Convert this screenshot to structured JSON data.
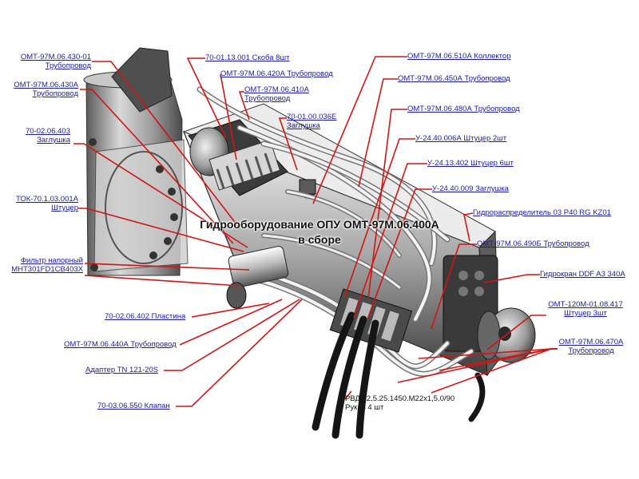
{
  "title": {
    "line1": "Гидрооборудование ОПУ ОМТ-97М.06.400А",
    "line2": "в сборе"
  },
  "callouts_left": [
    {
      "line1": "ОМТ-97М.06.430-01",
      "line2": "Трубопровод"
    },
    {
      "line1": "ОМТ-97М.06.430А",
      "line2": "Трубопровод"
    },
    {
      "line1": "70-02.06.403",
      "line2": "Заглушка"
    },
    {
      "line1": "ТОК-70.1.03.001А",
      "line2": "Штуцер"
    },
    {
      "line1": "Фильтр напорный",
      "line2": "МНТ301FD1СВ403Х"
    },
    {
      "line1": "70-02.06.402 Пластина"
    },
    {
      "line1": "ОМТ-97М.06.440А Трубопровод"
    },
    {
      "line1": "Адаптер TN 121-20S"
    },
    {
      "line1": "70-03.06.550 Клапан"
    }
  ],
  "callouts_top": [
    {
      "line1": "70-01.13.001 Скоба 8шт"
    },
    {
      "line1": "ОМТ-97М.06.420А Трубопровод"
    },
    {
      "line1": "ОМТ-97М.06.410А",
      "line2": "Трубопровод"
    },
    {
      "line1": "70-01.00.036Е",
      "line2": "Заглушка"
    }
  ],
  "callouts_right": [
    {
      "line1": "ОМТ-97М.06.510А Коллектор"
    },
    {
      "line1": "ОМТ-97М.06.450А Трубопровод"
    },
    {
      "line1": "ОМТ-97М.06.480А Трубопровод"
    },
    {
      "line1": "У-24.40.006А Штуцер 2шт"
    },
    {
      "line1": "У-24.13.402 Штуцер 6шт"
    },
    {
      "line1": "У-24.40.009 Заглушка"
    },
    {
      "line1": "Гидрораспределитель 03 Р40 RG KZ01"
    },
    {
      "line1": "ОМТ-97М.06.490Б Трубопровод"
    },
    {
      "line1": "Гидрокран DDF A3 340A"
    },
    {
      "line1": "ОМТ-120М-01.08.417",
      "line2": "Штуцер 3шт"
    },
    {
      "line1": "ОМТ-97М.06.470А",
      "line2": "Трубопровод"
    }
  ],
  "callout_bottom": {
    "line1": "РВД 12,5.25.1450.М22х1,5.0/90",
    "line2": "Рукав 4 шт"
  },
  "colors": {
    "leader": "#d21414",
    "link": "#1a1aa6",
    "metal_dark": "#2a2a2a",
    "metal_mid": "#8c8c8c",
    "metal_light": "#d8d8d8"
  }
}
